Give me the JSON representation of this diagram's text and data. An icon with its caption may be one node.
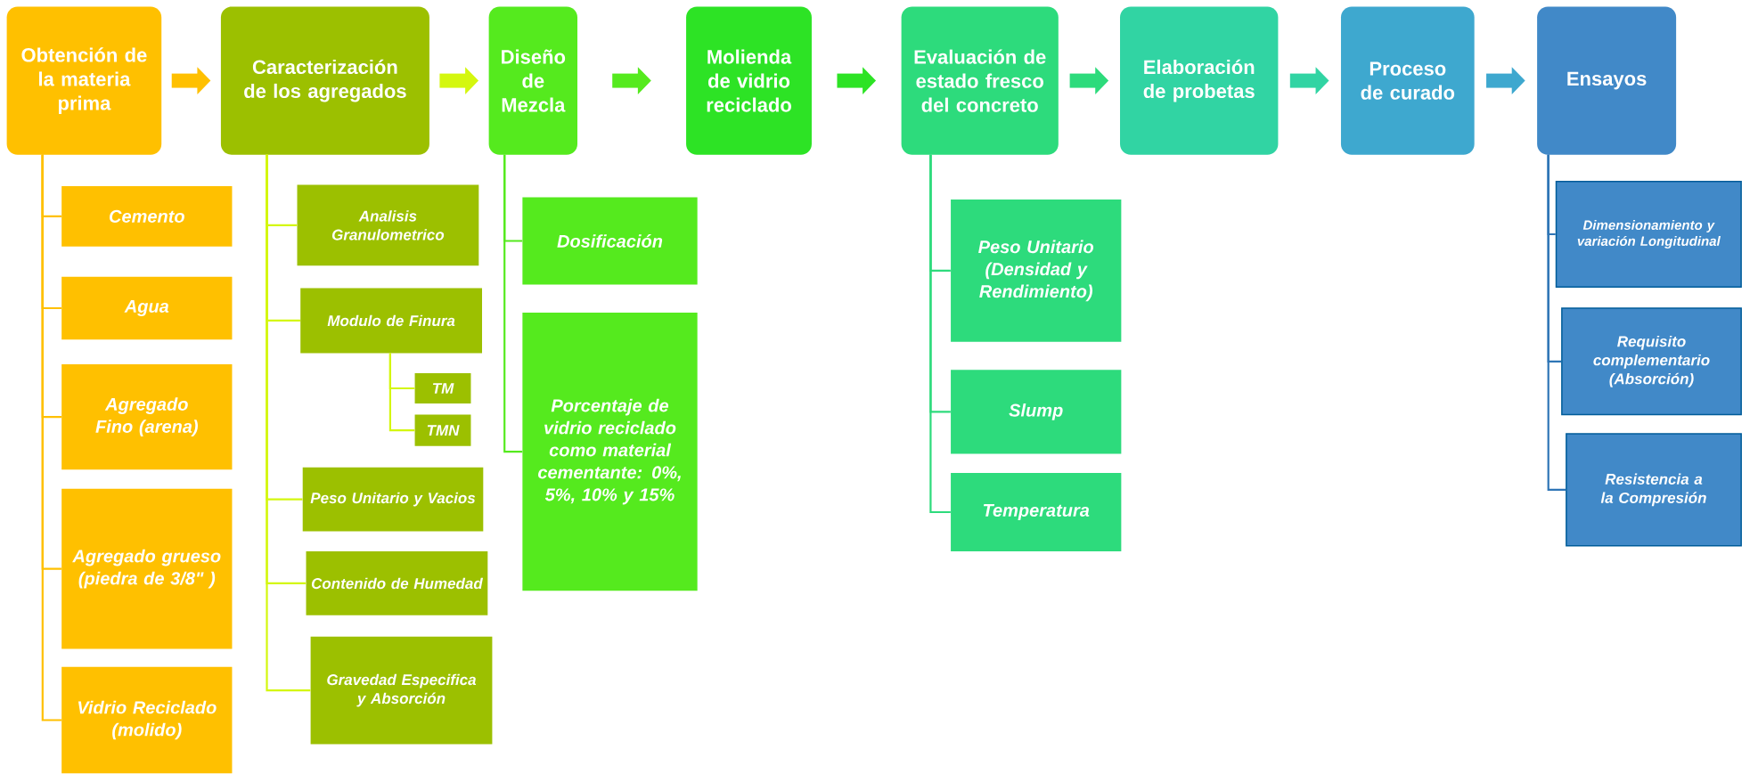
{
  "diagram": {
    "nodes": [
      {
        "text": [
          "Obtención de la materia prima"
        ]
      },
      {
        "text": [
          "Caracterización de los agregados"
        ]
      },
      {
        "text": [
          "Diseño de Mezcla"
        ]
      },
      {
        "text": [
          "Molienda de vidrio reciclado"
        ]
      },
      {
        "text": [
          "Evaluación de estado fresco del concreto"
        ]
      },
      {
        "text": [
          "Elaboración de probetas"
        ]
      },
      {
        "text": [
          "Proceso de curado"
        ]
      },
      {
        "text": [
          "Ensayos"
        ]
      },
      {
        "text": [
          "Cemento"
        ]
      },
      {
        "text": [
          "Agua"
        ]
      },
      {
        "text": [
          "Agregado Fino (arena)"
        ]
      },
      {
        "text": [
          "Agregado grueso (piedra de 3/8\" )"
        ]
      },
      {
        "text": [
          "Vidrio Reciclado (molido)"
        ]
      },
      {
        "text": [
          "Analisis Granulometrico"
        ]
      },
      {
        "text": [
          "Modulo de Finura"
        ]
      },
      {
        "text": [
          "TM"
        ]
      },
      {
        "text": [
          "TMN"
        ]
      },
      {
        "text": [
          "Peso Unitario y Vacios"
        ]
      },
      {
        "text": [
          "Contenido de Humedad"
        ]
      },
      {
        "text": [
          "Gravedad Especifica y Absorción"
        ]
      },
      {
        "text": [
          "Dosificación"
        ]
      },
      {
        "text": [
          "Porcentaje de vidrio reciclado como material cementante: 0%, 5%, 10% y 15%"
        ]
      },
      {
        "text": [
          "Peso Unitario (Densidad y Rendimiento)"
        ]
      },
      {
        "text": [
          "Slump"
        ]
      },
      {
        "text": [
          "Temperatura"
        ]
      },
      {
        "text": [
          "Dimensionamiento y variación Longitudinal"
        ]
      },
      {
        "text": [
          "Requisito complementario (Absorción)"
        ]
      },
      {
        "text": [
          "Resistencia a la Compresión"
        ]
      }
    ],
    "edges": [
      {
        "from": 0,
        "to": 1,
        "arrow": "to",
        "style": "thick",
        "color": "#ffc000"
      },
      {
        "from": 1,
        "to": 2,
        "arrow": "to",
        "style": "thick",
        "color": "#d4f70f"
      },
      {
        "from": 2,
        "to": 3,
        "arrow": "to",
        "style": "thick",
        "color": "#55ea1e"
      },
      {
        "from": 3,
        "to": 4,
        "arrow": "to",
        "style": "thick",
        "color": "#2de325"
      },
      {
        "from": 4,
        "to": 5,
        "arrow": "to",
        "style": "thick",
        "color": "#2ddb7c"
      },
      {
        "from": 5,
        "to": 6,
        "arrow": "to",
        "style": "thick",
        "color": "#31d4a3"
      },
      {
        "from": 6,
        "to": 7,
        "arrow": "to",
        "style": "thick",
        "color": "#3ea8cf"
      },
      {
        "from": 0,
        "to": 8,
        "arrow": "none",
        "color": "#ffc000"
      },
      {
        "from": 0,
        "to": 9,
        "arrow": "none",
        "color": "#ffc000"
      },
      {
        "from": 0,
        "to": 10,
        "arrow": "none",
        "color": "#ffc000"
      },
      {
        "from": 0,
        "to": 11,
        "arrow": "none",
        "color": "#ffc000"
      },
      {
        "from": 0,
        "to": 12,
        "arrow": "none",
        "color": "#ffc000"
      },
      {
        "from": 1,
        "to": 13,
        "arrow": "none",
        "color": "#d4f70f"
      },
      {
        "from": 1,
        "to": 14,
        "arrow": "none",
        "color": "#d4f70f"
      },
      {
        "from": 14,
        "to": 15,
        "arrow": "none",
        "color": "#d4f70f"
      },
      {
        "from": 14,
        "to": 16,
        "arrow": "none",
        "color": "#d4f70f"
      },
      {
        "from": 1,
        "to": 17,
        "arrow": "none",
        "color": "#d4f70f"
      },
      {
        "from": 1,
        "to": 18,
        "arrow": "none",
        "color": "#d4f70f"
      },
      {
        "from": 1,
        "to": 19,
        "arrow": "none",
        "color": "#d4f70f"
      },
      {
        "from": 2,
        "to": 20,
        "arrow": "none",
        "color": "#55ea1e"
      },
      {
        "from": 2,
        "to": 21,
        "arrow": "none",
        "color": "#55ea1e"
      },
      {
        "from": 4,
        "to": 22,
        "arrow": "none",
        "color": "#2ddb7c"
      },
      {
        "from": 4,
        "to": 23,
        "arrow": "none",
        "color": "#2ddb7c"
      },
      {
        "from": 4,
        "to": 24,
        "arrow": "none",
        "color": "#2ddb7c"
      },
      {
        "from": 7,
        "to": 25,
        "arrow": "none",
        "color": "#2e75b6"
      },
      {
        "from": 7,
        "to": 26,
        "arrow": "none",
        "color": "#2e75b6"
      },
      {
        "from": 7,
        "to": 27,
        "arrow": "none",
        "color": "#2e75b6"
      }
    ]
  }
}
